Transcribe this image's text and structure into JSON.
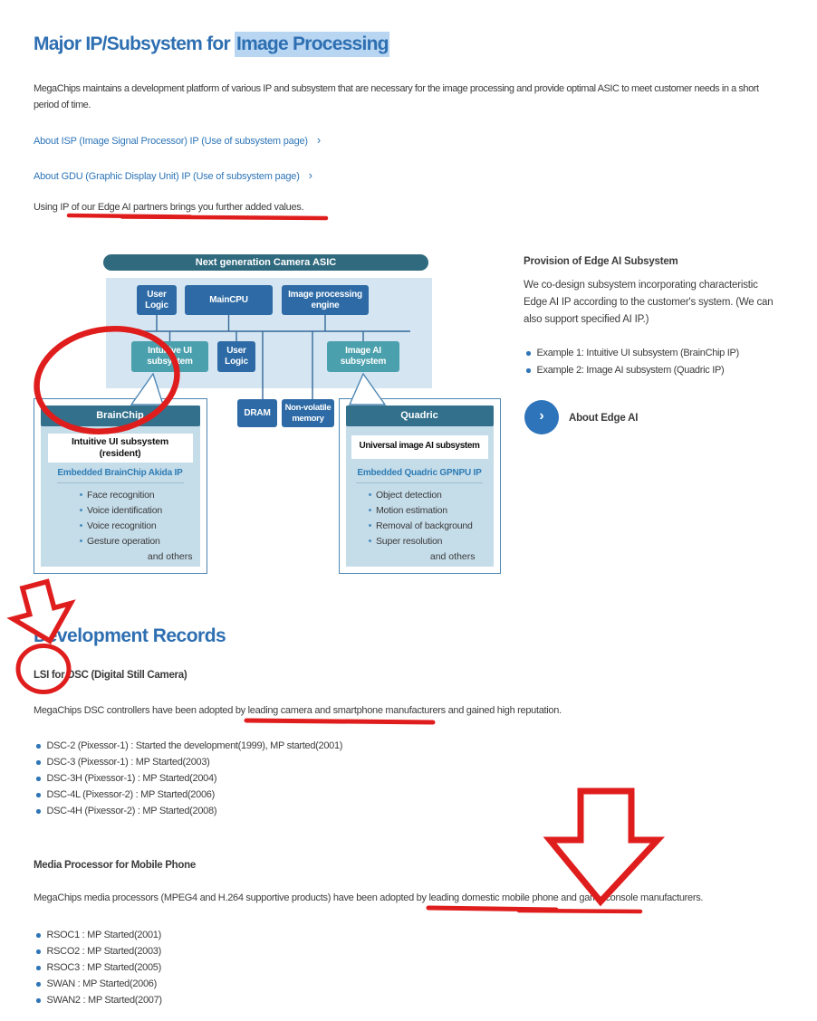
{
  "header": {
    "title_prefix": "Major IP/Subsystem for ",
    "title_highlight": "Image Processing"
  },
  "intro": "MegaChips maintains a development platform of various IP and subsystem that are necessary for the image processing and provide optimal ASIC to meet customer needs in a short period of time.",
  "links": {
    "isp": "About ISP (Image Signal Processor) IP (Use of subsystem page)",
    "gdu": "About GDU (Graphic Display Unit) IP (Use of subsystem page)",
    "chevron": "›"
  },
  "edge_note": "Using IP of our Edge AI partners brings you further added values.",
  "diagram": {
    "title": "Next generation Camera ASIC",
    "user_logic_1": "User Logic",
    "main_cpu": "MainCPU",
    "image_processing_engine": "Image processing engine",
    "intuitive_ui": "Intuitive UI subsystem",
    "user_logic_2": "User Logic",
    "image_ai": "Image AI subsystem",
    "dram": "DRAM",
    "nvm": "Non-volatile memory",
    "brainchip": {
      "title": "BrainChip",
      "subsystem": "Intuitive UI subsystem (resident)",
      "embedded": "Embedded BrainChip Akida IP",
      "items": [
        "Face recognition",
        "Voice identification",
        "Voice recognition",
        "Gesture operation"
      ],
      "more": "and others"
    },
    "quadric": {
      "title": "Quadric",
      "subsystem": "Universal image AI subsystem",
      "embedded": "Embedded Quadric GPNPU IP",
      "items": [
        "Object detection",
        "Motion estimation",
        "Removal of background",
        "Super resolution"
      ],
      "more": "and others"
    }
  },
  "side": {
    "heading": "Provision of Edge AI Subsystem",
    "body": "We co-design subsystem incorporating characteristic Edge AI IP according to the customer's system. (We can also support specified AI IP.)",
    "examples": [
      "Example 1: Intuitive UI subsystem (BrainChip IP)",
      "Example 2: Image AI subsystem (Quadric IP)"
    ],
    "button": "About Edge AI",
    "button_chevron": "›"
  },
  "records": {
    "heading": "Development Records",
    "dsc": {
      "title": "LSI for DSC (Digital Still Camera)",
      "body": "MegaChips DSC controllers have been adopted by leading camera and smartphone manufacturers and gained high reputation.",
      "items": [
        "DSC-2 (Pixessor-1) : Started the development(1999), MP started(2001)",
        "DSC-3 (Pixessor-1) : MP Started(2003)",
        "DSC-3H (Pixessor-1) : MP Started(2004)",
        "DSC-4L (Pixessor-2) : MP Started(2006)",
        "DSC-4H (Pixessor-2) : MP Started(2008)"
      ]
    },
    "mobile": {
      "title": "Media Processor for Mobile Phone",
      "body": "MegaChips media processors (MPEG4 and H.264 supportive products) have been adopted by leading domestic mobile phone and game console manufacturers.",
      "items": [
        "RSOC1 : MP Started(2001)",
        "RSCO2 : MP Started(2003)",
        "RSOC3 : MP Started(2005)",
        "SWAN : MP Started(2006)",
        "SWAN2 : MP Started(2007)"
      ]
    }
  },
  "colors": {
    "heading_blue": "#2e6fb2",
    "highlight": "#b8d6f2",
    "link_blue": "#2e75b8",
    "annotation_red": "#e01d1d",
    "box_blue": "#2e6ba6",
    "box_teal": "#4aa0ad",
    "header_teal": "#32708c"
  }
}
